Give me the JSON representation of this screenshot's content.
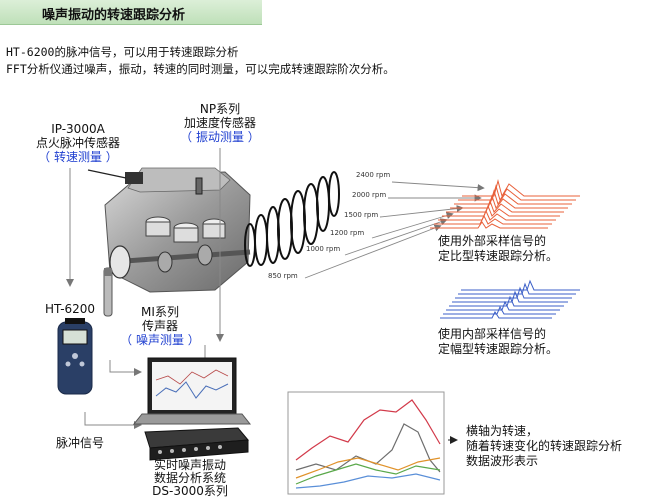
{
  "title": "噪声振动的转速跟踪分析",
  "intro": {
    "line1": "HT-6200的脉冲信号，可以用于转速跟踪分析",
    "line2": "FFT分析仪通过噪声，振动，转速的同时测量，可以完成转速跟踪阶次分析。"
  },
  "ip_sensor": {
    "model": "IP-3000A",
    "name": "点火脉冲传感器",
    "purpose": "（ 转速测量 ）"
  },
  "np_sensor": {
    "model": "NP系列",
    "name": "加速度传感器",
    "purpose": "（ 振动测量 ）"
  },
  "mi_sensor": {
    "model": "MI系列",
    "name": "传声器",
    "purpose": "（ 噪声测量 ）"
  },
  "tachometer": {
    "model": "HT-6200",
    "signal": "脉冲信号"
  },
  "system": {
    "line1": "实时噪声振动",
    "line2": "数据分析系统",
    "line3": "DS-3000系列"
  },
  "rpm_labels": [
    "2400 rpm",
    "2000 rpm",
    "1500 rpm",
    "1200 rpm",
    "1000 rpm",
    "850 rpm"
  ],
  "external": {
    "line1": "使用外部采样信号的",
    "line2": "定比型转速跟踪分析。"
  },
  "internal": {
    "line1": "使用内部采样信号的",
    "line2": "定幅型转速跟踪分析。"
  },
  "result_note": {
    "line1": "横轴为转速，",
    "line2": "随着转速变化的转速跟踪分析",
    "line3": "数据波形表示"
  },
  "colors": {
    "external_waterfall": "#e8603a",
    "internal_waterfall": "#3b5fc8",
    "sensor_label_blue": "#1f3fd0",
    "title_bar": "#c8e6c2",
    "curve_red": "#d23a4a",
    "curve_gray": "#6e6e6e",
    "curve_orange": "#e0922a",
    "curve_green": "#5aa84a",
    "curve_blue": "#5a8fd8"
  }
}
